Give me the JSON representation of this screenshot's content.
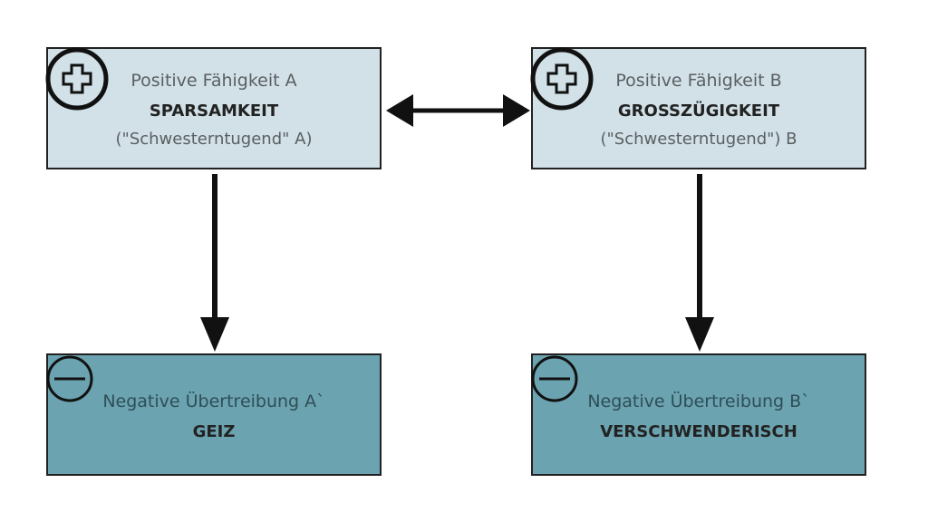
{
  "boxes": {
    "pos_a": {
      "title": "Positive Fähigkeit A",
      "name": "SPARSAMKEIT",
      "note": "(\"Schwesterntugend\" A)"
    },
    "pos_b": {
      "title": "Positive Fähigkeit B",
      "name": "GROSSZÜGIGKEIT",
      "note": "(\"Schwesterntugend\") B"
    },
    "neg_a": {
      "title": "Negative Übertreibung A`",
      "name": "GEIZ"
    },
    "neg_b": {
      "title": "Negative Übertreibung B`",
      "name": "VERSCHWENDERISCH"
    }
  },
  "colors": {
    "positive": "#d1e1e7",
    "negative": "#6ba3b0"
  }
}
